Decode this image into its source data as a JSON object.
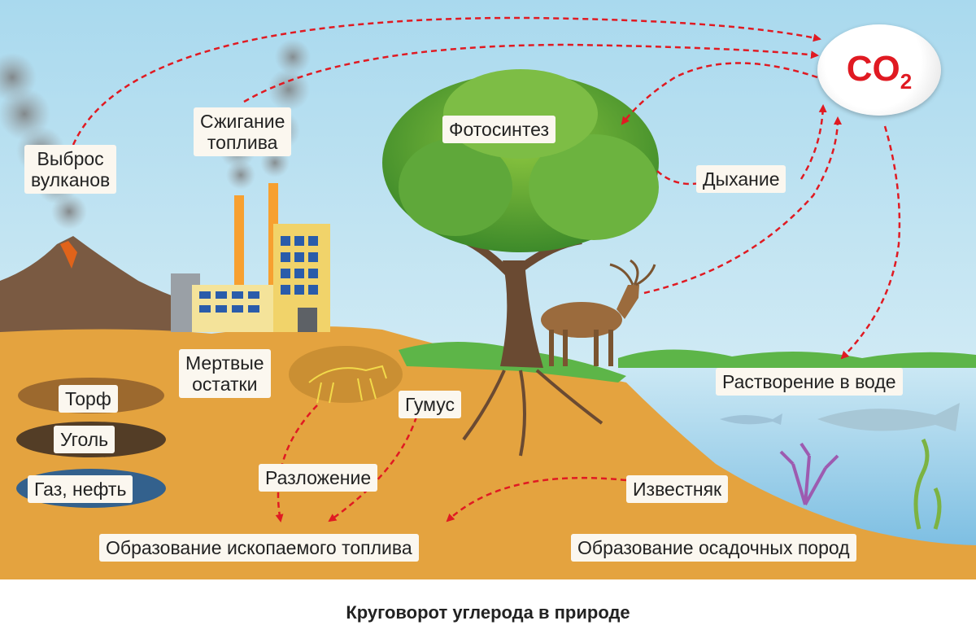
{
  "co2": {
    "main": "CO",
    "sub": "2"
  },
  "labels": {
    "volcano": [
      "Выброс",
      "вулканов"
    ],
    "burning": [
      "Сжигание",
      "топлива"
    ],
    "photosynthesis": "Фотосинтез",
    "respiration": "Дыхание",
    "dead_remains": [
      "Мертвые",
      "остатки"
    ],
    "humus": "Гумус",
    "peat": "Торф",
    "coal": "Уголь",
    "gas_oil": "Газ, нефть",
    "decomposition": "Разложение",
    "dissolution": "Растворение в воде",
    "limestone": "Известняк",
    "fossil_fuel": "Образование ископаемого топлива",
    "sedimentary": "Образование осадочных пород"
  },
  "caption": "Круговорот углерода в природе",
  "colors": {
    "arrow": "#e01a22",
    "soil": "#e4a33f",
    "sky": "#bfe3f2",
    "water": "#8ccbe8",
    "grass": "#5db548"
  }
}
